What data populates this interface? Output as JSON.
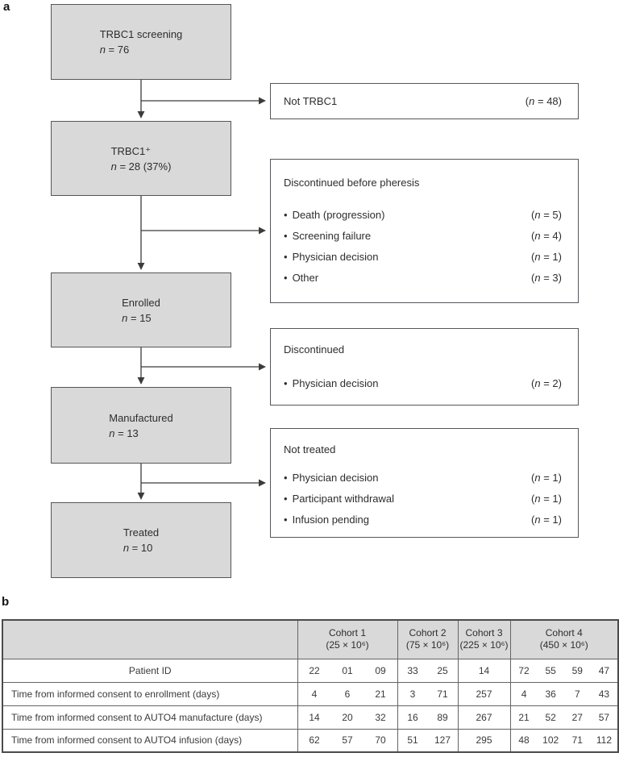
{
  "panel_a": {
    "label": "a"
  },
  "panel_b": {
    "label": "b"
  },
  "symbols": {
    "n": "n",
    "open": "(",
    "eq": " = ",
    "close": ")",
    "bullet": "•"
  },
  "colors": {
    "box_fill": "#d9d9d9",
    "box_border": "#55565a",
    "arrow": "#3c3c3c",
    "table_border": "#4b4b4b",
    "table_grid": "#646464",
    "header_fill": "#d9d9d9",
    "text_primary": "#2d2d2d",
    "text_table": "#3a3a3a"
  },
  "flow": {
    "main_boxes": [
      {
        "title": "TRBC1 screening",
        "n": "76"
      },
      {
        "title": "TRBC1⁺",
        "n": "28 (37%)"
      },
      {
        "title": "Enrolled",
        "n": "15"
      },
      {
        "title": "Manufactured",
        "n": "13"
      },
      {
        "title": "Treated",
        "n": "10"
      }
    ],
    "side_boxes": [
      {
        "title": "Not TRBC1",
        "n": "48",
        "items": []
      },
      {
        "title": "Discontinued before pheresis",
        "items": [
          {
            "label": "Death (progression)",
            "n": "5"
          },
          {
            "label": "Screening failure",
            "n": "4"
          },
          {
            "label": "Physician decision",
            "n": "1"
          },
          {
            "label": "Other",
            "n": "3"
          }
        ]
      },
      {
        "title": "Discontinued",
        "items": [
          {
            "label": "Physician decision",
            "n": "2"
          }
        ]
      },
      {
        "title": "Not treated",
        "items": [
          {
            "label": "Physician decision",
            "n": "1"
          },
          {
            "label": "Participant withdrawal",
            "n": "1"
          },
          {
            "label": "Infusion pending",
            "n": "1"
          }
        ]
      }
    ]
  },
  "table": {
    "header": {
      "cohorts": [
        {
          "line1": "Cohort 1",
          "line2": "(25 × 10⁶)"
        },
        {
          "line1": "Cohort 2",
          "line2": "(75 × 10⁶)"
        },
        {
          "line1": "Cohort 3",
          "line2": "(225 × 10⁶)"
        },
        {
          "line1": "Cohort 4",
          "line2": "(450 × 10⁶)"
        }
      ]
    },
    "rows": [
      {
        "label": "Patient ID",
        "c1": [
          "22",
          "01",
          "09"
        ],
        "c2": [
          "33",
          "25"
        ],
        "c3": [
          "14"
        ],
        "c4": [
          "72",
          "55",
          "59",
          "47"
        ]
      },
      {
        "label": "Time from informed consent to enrollment (days)",
        "c1": [
          "4",
          "6",
          "21"
        ],
        "c2": [
          "3",
          "71"
        ],
        "c3": [
          "257"
        ],
        "c4": [
          "4",
          "36",
          "7",
          "43"
        ]
      },
      {
        "label": "Time from informed consent to AUTO4 manufacture (days)",
        "c1": [
          "14",
          "20",
          "32"
        ],
        "c2": [
          "16",
          "89"
        ],
        "c3": [
          "267"
        ],
        "c4": [
          "21",
          "52",
          "27",
          "57"
        ]
      },
      {
        "label": "Time from informed consent to AUTO4 infusion (days)",
        "c1": [
          "62",
          "57",
          "70"
        ],
        "c2": [
          "51",
          "127"
        ],
        "c3": [
          "295"
        ],
        "c4": [
          "48",
          "102",
          "71",
          "112"
        ]
      }
    ]
  }
}
